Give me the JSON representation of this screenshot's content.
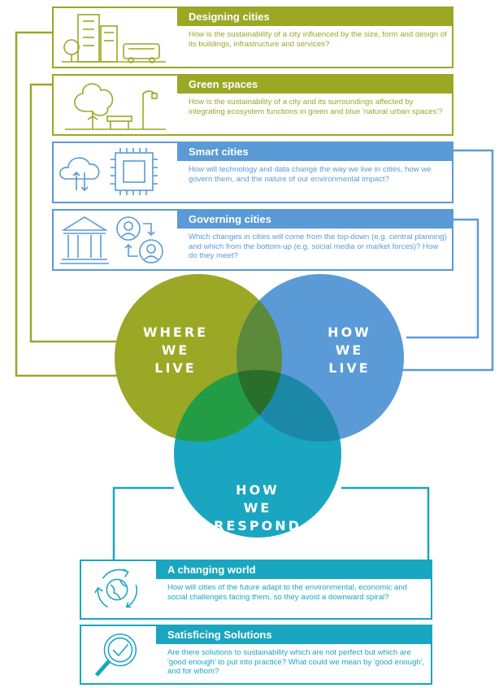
{
  "cards": [
    {
      "title": "Designing cities",
      "body": "How is the sustainability of a city influenced by the size, form and design of its buildings, infrastructure and services?",
      "icon": "buildings-bus-icon"
    },
    {
      "title": "Green spaces",
      "body": "How is the sustainability of a city and its surroundings affected by integrating ecosystem functions in green and blue 'natural urban spaces'?",
      "icon": "tree-bench-icon"
    },
    {
      "title": "Smart cities",
      "body": "How will technology and data change the way we live in cities, how we govern them, and the nature of our environmental impact?",
      "icon": "cloud-chip-icon"
    },
    {
      "title": "Governing cities",
      "body": "Which changes in cities will come from the top-down (e.g. central planning) and which from the bottom-up (e.g. social media or market forces)? How do they meet?",
      "icon": "government-people-icon"
    },
    {
      "title": "A changing world",
      "body": "How will cities of the future adapt to the environmental, economic and social challenges facing them, so they avoid a downward spiral?",
      "icon": "recycle-globe-icon"
    },
    {
      "title": "Satisficing Solutions",
      "body": "Are there solutions to sustainability which are not perfect but which are 'good enough' to put into practice? What could we mean by 'good enough', and for whom?",
      "icon": "magnifier-check-icon"
    }
  ],
  "venn": {
    "where": [
      "WHERE",
      "WE",
      "LIVE"
    ],
    "how_live": [
      "HOW",
      "WE",
      "LIVE"
    ],
    "respond": [
      "HOW",
      "WE",
      "RESPOND"
    ]
  },
  "colors": {
    "green": "#9aa825",
    "blue": "#5a9ad6",
    "teal": "#1aa6c0"
  }
}
